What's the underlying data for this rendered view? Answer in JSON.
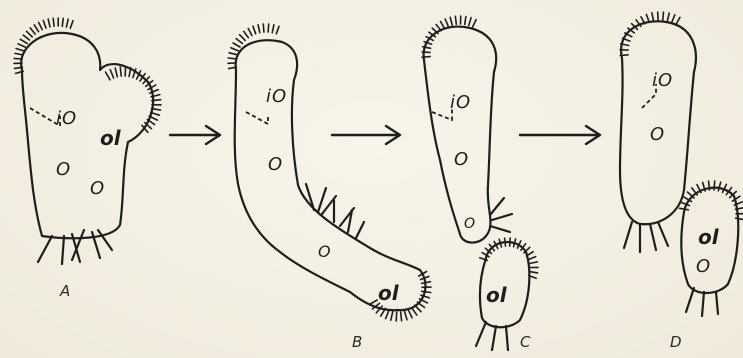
{
  "figure": {
    "panels": [
      {
        "label": "A"
      },
      {
        "label": "B"
      },
      {
        "label": "C"
      },
      {
        "label": "D"
      }
    ],
    "marks": {
      "macro": "O",
      "micro": "i",
      "oral": "ol",
      "nucleus": "0"
    },
    "colors": {
      "ink": "#1e1e1e",
      "paper": "#f3efe3"
    }
  }
}
